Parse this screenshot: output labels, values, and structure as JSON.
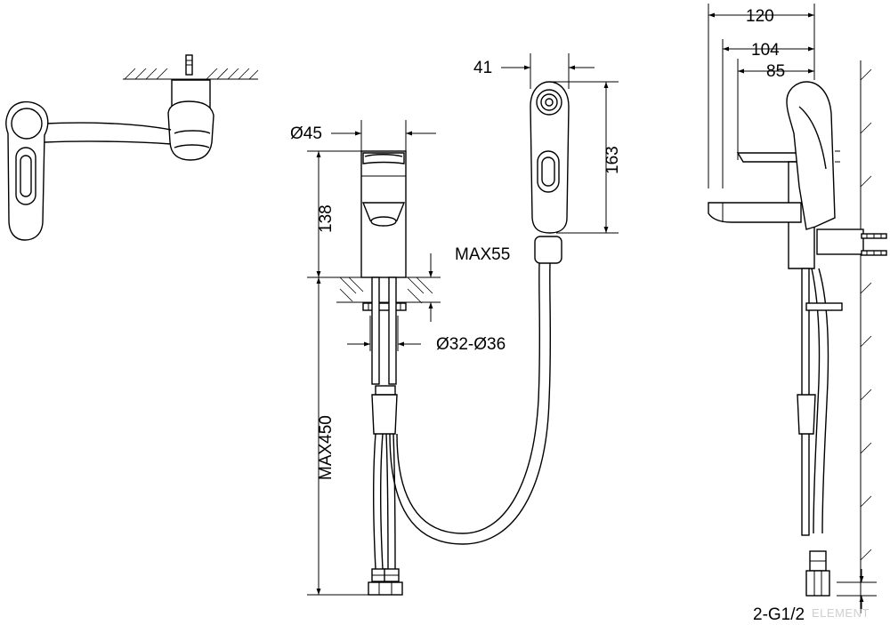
{
  "dimensions": {
    "spout_width": "120",
    "mount_offset": "104",
    "body_offset": "85",
    "diameter_body": "Ø45",
    "body_height": "138",
    "counter_max": "MAX55",
    "hole_diameter": "Ø32-Ø36",
    "hose_length": "MAX450",
    "shower_width": "41",
    "shower_height": "163",
    "connection": "2-G1/2"
  },
  "watermark": "ELEMENT",
  "colors": {
    "line": "#000000",
    "background": "#ffffff",
    "watermark": "#cfcfcf"
  }
}
